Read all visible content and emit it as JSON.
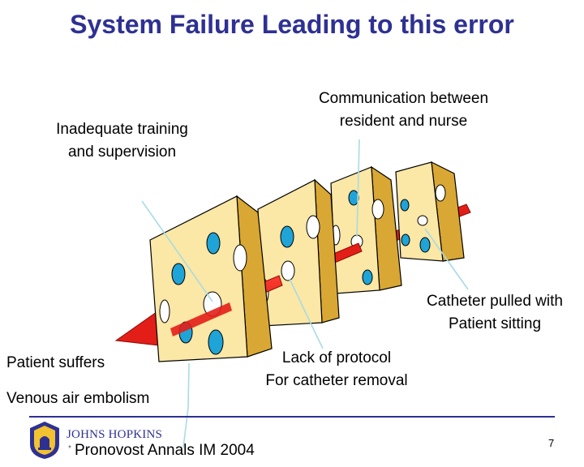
{
  "slide": {
    "title": "System Failure Leading to this error",
    "labels": {
      "training": "Inadequate training\nand supervision",
      "communication": "Communication between\nresident and nurse",
      "catheter": "Catheter pulled with\nPatient sitting",
      "protocol": "Lack of protocol\nFor catheter removal",
      "patient_suffers": "Patient suffers",
      "venous": "Venous air embolism"
    },
    "footer": {
      "logo_text": "JOHNS HOPKINS",
      "bullet": "*",
      "citation": "Pronovost Annals IM 2004",
      "page_number": "7"
    }
  },
  "colors": {
    "title": "#2e3192",
    "cheese_face": "#fbe7a6",
    "cheese_side": "#d9a733",
    "hole": "#1fa4d8",
    "arrow": "#e31e18",
    "pointer": "#a9dbe3"
  },
  "icons": {
    "logo": "johns-hopkins-seal-icon"
  }
}
